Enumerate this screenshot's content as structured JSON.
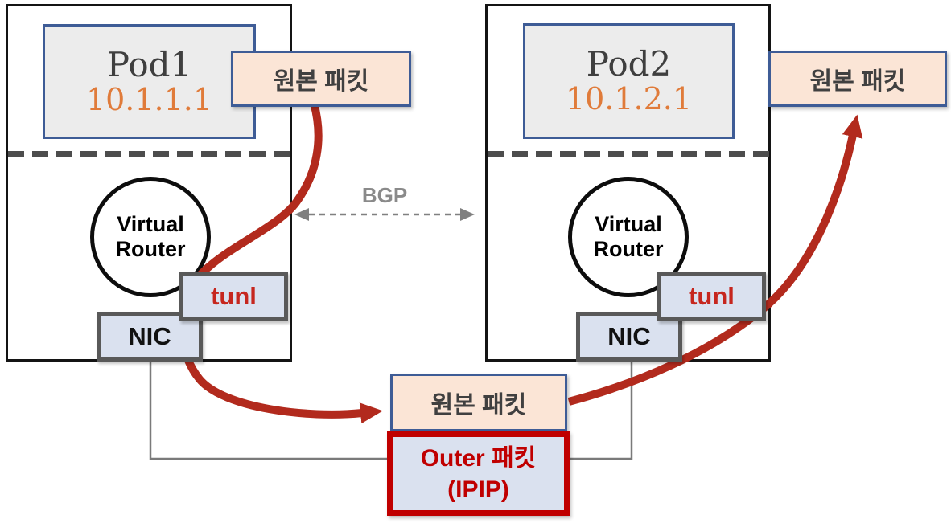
{
  "diagram": {
    "node1": {
      "pod_name": "Pod1",
      "pod_ip": "10.1.1.1",
      "router_line1": "Virtual",
      "router_line2": "Router",
      "tunl_label": "tunl",
      "nic_label": "NIC"
    },
    "node2": {
      "pod_name": "Pod2",
      "pod_ip": "10.1.2.1",
      "router_line1": "Virtual",
      "router_line2": "Router",
      "tunl_label": "tunl",
      "nic_label": "NIC"
    },
    "bgp_label": "BGP",
    "original_packet_label": "원본 패킷",
    "outer_packet_line1": "Outer 패킷",
    "outer_packet_line2": "(IPIP)",
    "colors": {
      "red_arrow": "#b22a1d",
      "dark_red": "#c00000",
      "tunl_text_red": "#c6261e",
      "peach_fill": "#fbe5d6",
      "blue_border": "#3e5c96",
      "interface_fill": "#dae1ef",
      "gray_border": "#595959",
      "pod_fill": "#ececec",
      "ip_orange": "#e07b3a",
      "packet_text": "#404040",
      "bgp_gray": "#8a8a8a",
      "node_border": "#141414",
      "connector_gray": "#7a7a7a"
    }
  }
}
